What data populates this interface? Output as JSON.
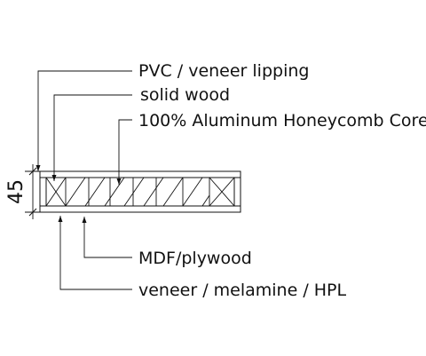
{
  "labels": {
    "pvc_lipping": "PVC / veneer lipping",
    "solid_wood": "solid wood",
    "core": "100% Aluminum Honeycomb Core",
    "mdf": "MDF/plywood",
    "veneer": "veneer / melamine / HPL"
  },
  "dimension": {
    "thickness": "45"
  }
}
